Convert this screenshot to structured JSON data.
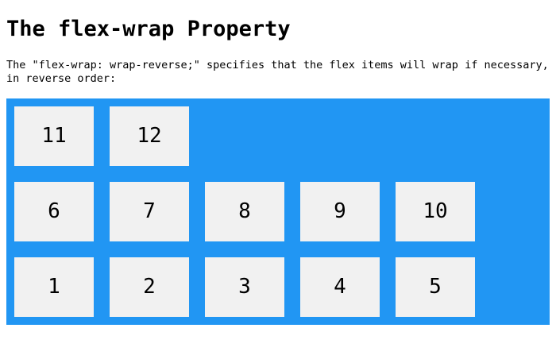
{
  "page": {
    "heading": "The flex-wrap Property",
    "description": "The \"flex-wrap: wrap-reverse;\" specifies that the flex items will wrap if necessary,\nin reverse order:"
  },
  "flex_demo": {
    "wrap_mode": "wrap-reverse",
    "items": [
      "1",
      "2",
      "3",
      "4",
      "5",
      "6",
      "7",
      "8",
      "9",
      "10",
      "11",
      "12"
    ],
    "colors": {
      "container_background": "#2196F3",
      "item_background": "#f1f1f1",
      "item_text": "#000000"
    }
  }
}
